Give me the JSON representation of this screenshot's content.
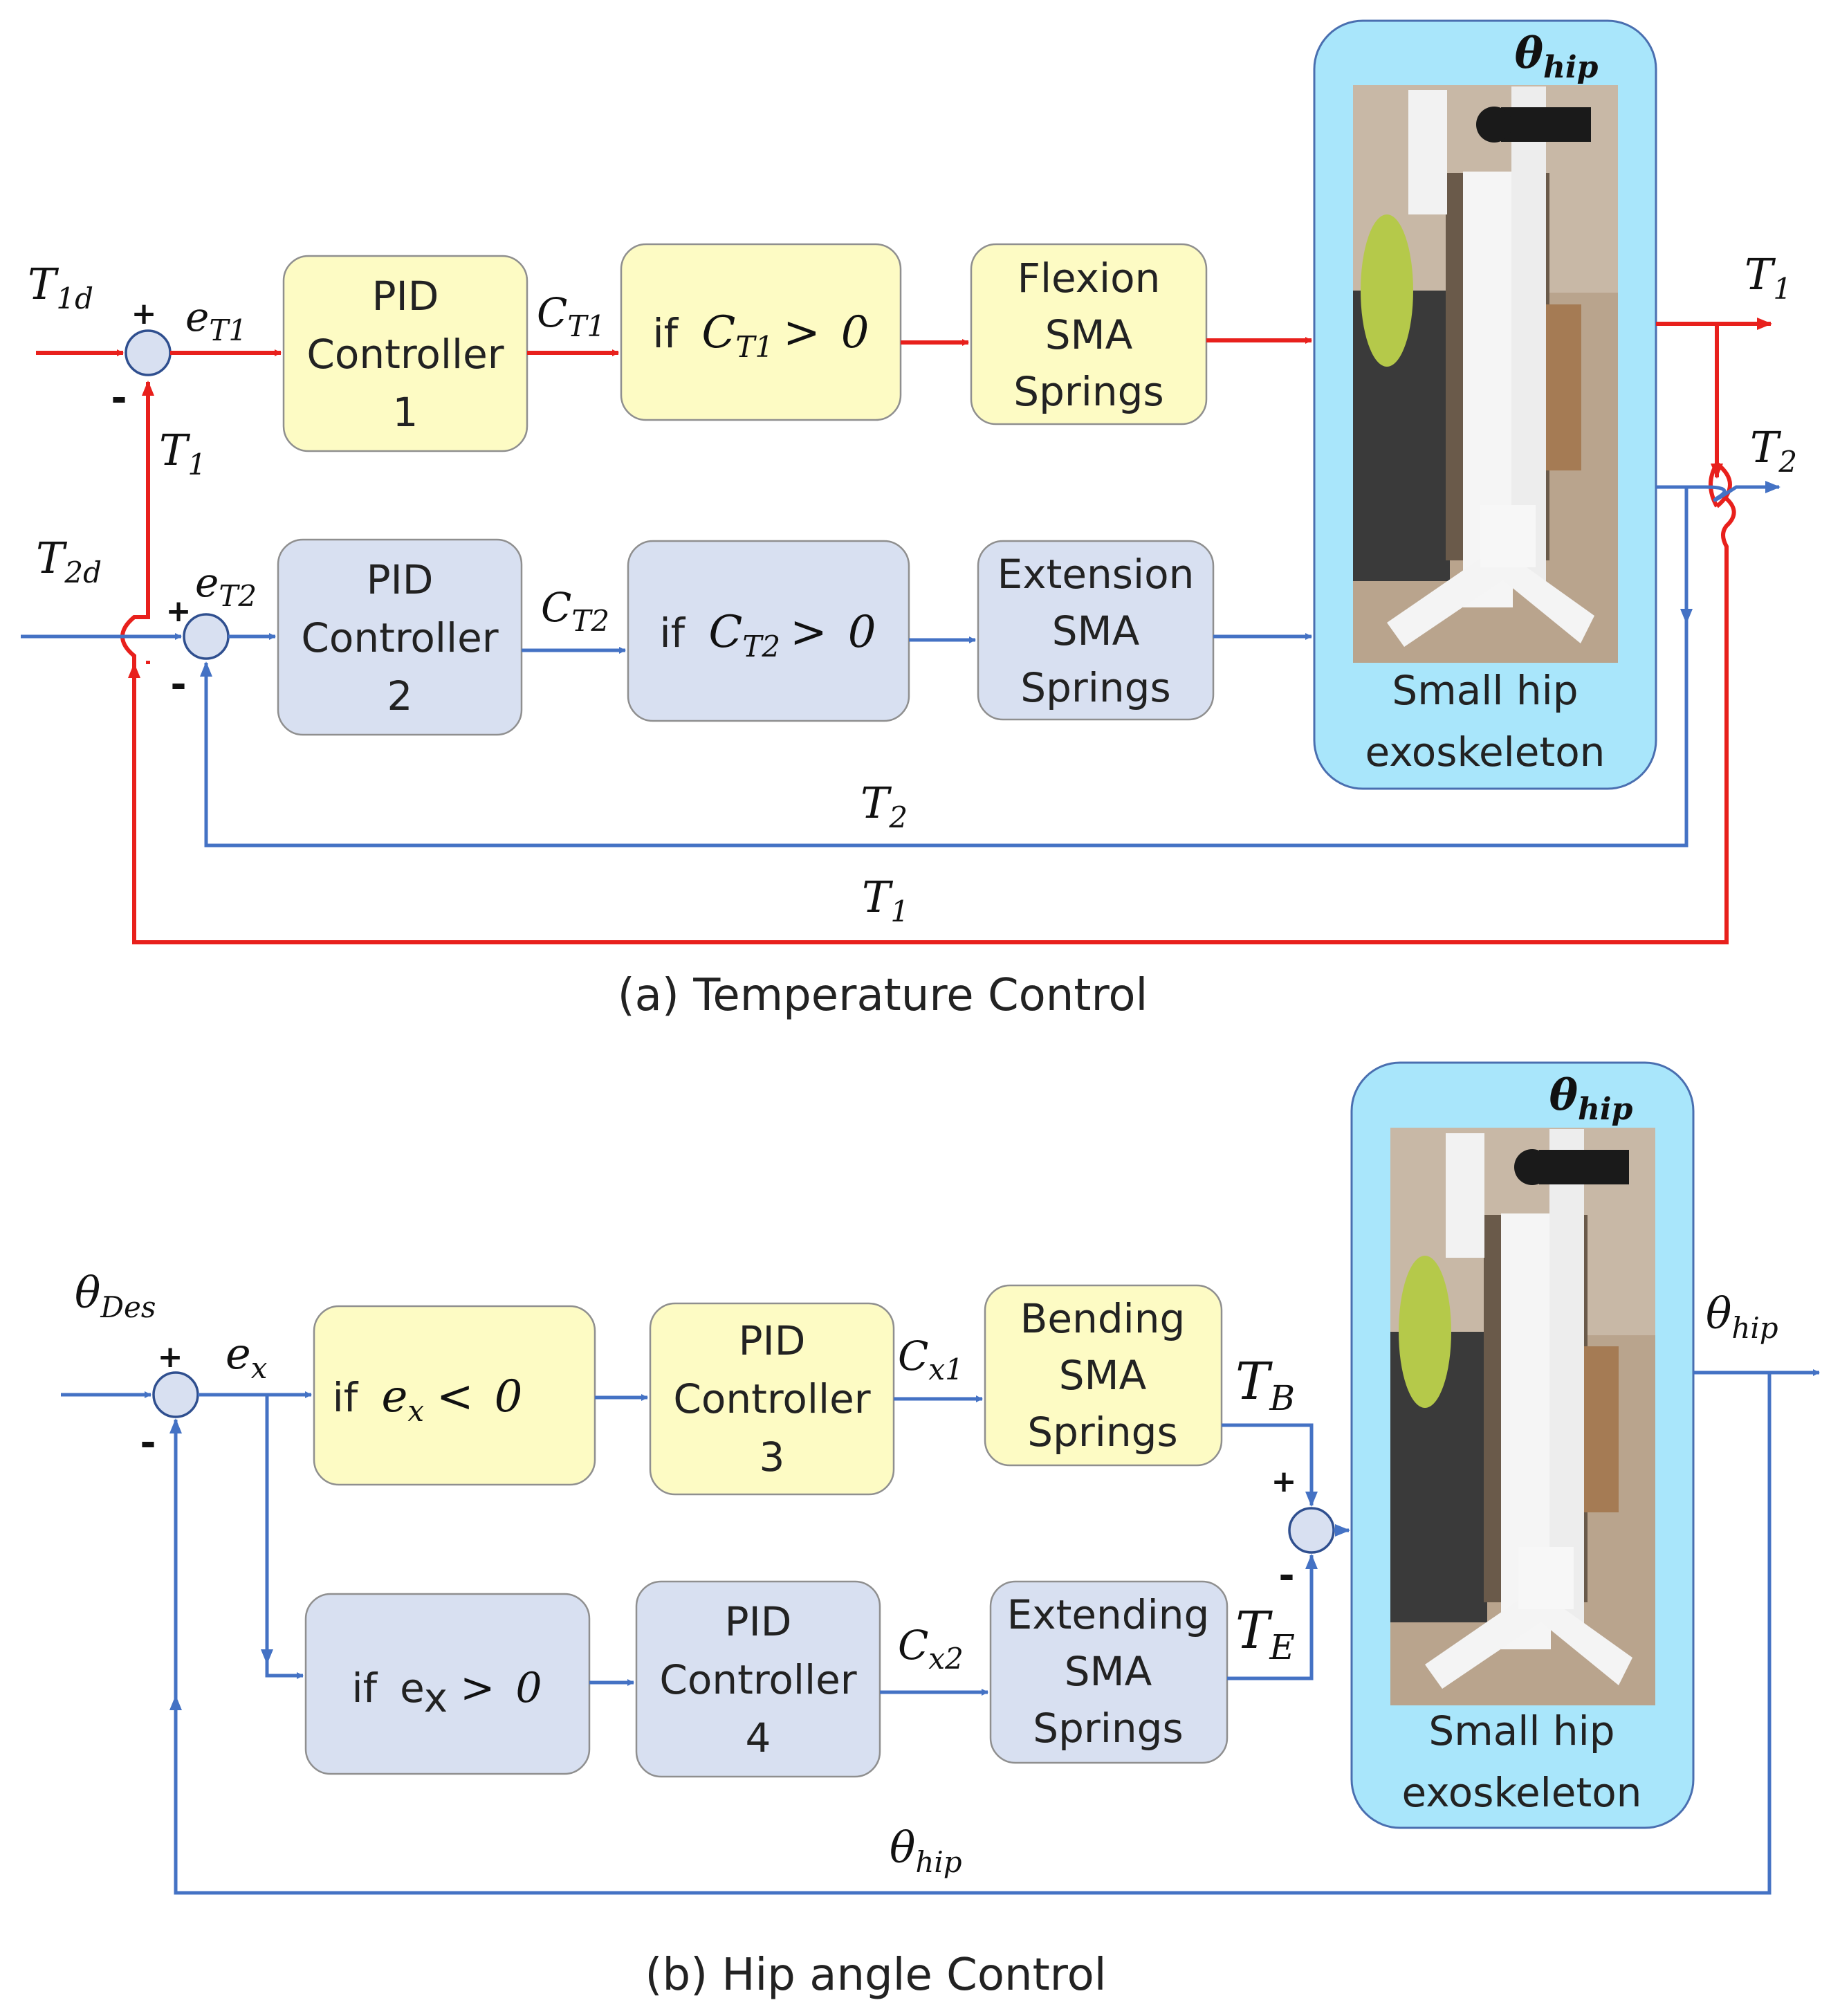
{
  "colors": {
    "yellow_block": "#fdfbc4",
    "blue_block": "#d8e0f1",
    "plant_bg": "#a9e6fb",
    "red_signal": "#e8201c",
    "blue_signal": "#4472c4"
  },
  "temperature": {
    "caption": "(a) Temperature Control",
    "inputs": {
      "t1d": "T1d",
      "t2d": "T2d"
    },
    "sum1": {
      "plus": "+",
      "minus": "-",
      "error": "eT1"
    },
    "sum2": {
      "plus": "+",
      "minus": "-",
      "error": "eT2"
    },
    "pid1": {
      "line1": "PID",
      "line2": "Controller",
      "line3": "1"
    },
    "pid2": {
      "line1": "PID",
      "line2": "Controller",
      "line3": "2"
    },
    "ct1": "CT1",
    "ct2": "CT2",
    "cond1": {
      "prefix": "if",
      "expr": "CT1 >  0"
    },
    "cond2": {
      "prefix": "if",
      "expr": "CT2 >  0"
    },
    "flexion": {
      "line1": "Flexion",
      "line2": "SMA",
      "line3": "Springs"
    },
    "extension": {
      "line1": "Extension",
      "line2": "SMA",
      "line3": "Springs"
    },
    "plant": {
      "title": "θhip",
      "line1": "Small hip",
      "line2": "exoskeleton"
    },
    "outputs": {
      "t1": "T1",
      "t2": "T2"
    },
    "feedback": {
      "t1_short": "T1",
      "t2_loop": "T2",
      "t1_loop": "T1"
    }
  },
  "hip": {
    "caption": "(b) Hip angle Control",
    "input": "θDes",
    "sum": {
      "plus": "+",
      "minus": "-",
      "error": "ex"
    },
    "cond_neg": {
      "prefix": "if",
      "expr": "ex <  0"
    },
    "cond_pos": {
      "prefix": "if",
      "expr": "ex >  0"
    },
    "pid3": {
      "line1": "PID",
      "line2": "Controller",
      "line3": "3"
    },
    "pid4": {
      "line1": "PID",
      "line2": "Controller",
      "line3": "4"
    },
    "cx1": "Cx1",
    "cx2": "Cx2",
    "bending": {
      "line1": "Bending",
      "line2": "SMA",
      "line3": "Springs"
    },
    "extending": {
      "line1": "Extending",
      "line2": "SMA",
      "line3": "Springs"
    },
    "tb": "TB",
    "te": "TE",
    "sum_torque": {
      "plus": "+",
      "minus": "-"
    },
    "plant": {
      "title": "θhip",
      "line1": "Small hip",
      "line2": "exoskeleton"
    },
    "output": "θhip",
    "feedback": "θhip"
  }
}
